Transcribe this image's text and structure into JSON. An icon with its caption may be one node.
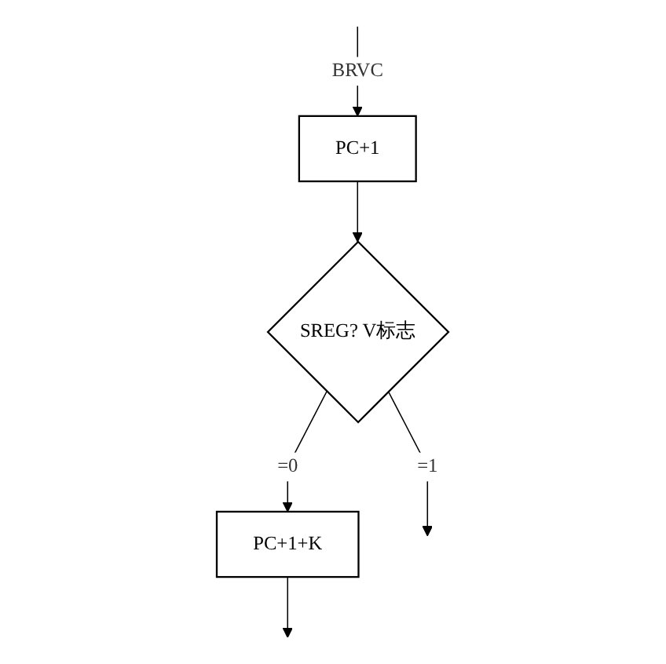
{
  "diagram": {
    "nodes": [
      {
        "text": [
          "PC+1"
        ]
      },
      {
        "text": [
          "SREG? V标志"
        ]
      },
      {
        "text": [
          "PC+1+K"
        ]
      }
    ],
    "edges": [
      {
        "from": null,
        "to": 0,
        "arrow": "to",
        "label": "BRVC"
      },
      {
        "from": 0,
        "to": 1,
        "arrow": "to"
      },
      {
        "from": 1,
        "to": 2,
        "arrow": "to",
        "label": "=0"
      },
      {
        "from": 1,
        "to": null,
        "arrow": "to",
        "label": "=1"
      },
      {
        "from": 2,
        "to": null,
        "arrow": "to"
      }
    ]
  }
}
